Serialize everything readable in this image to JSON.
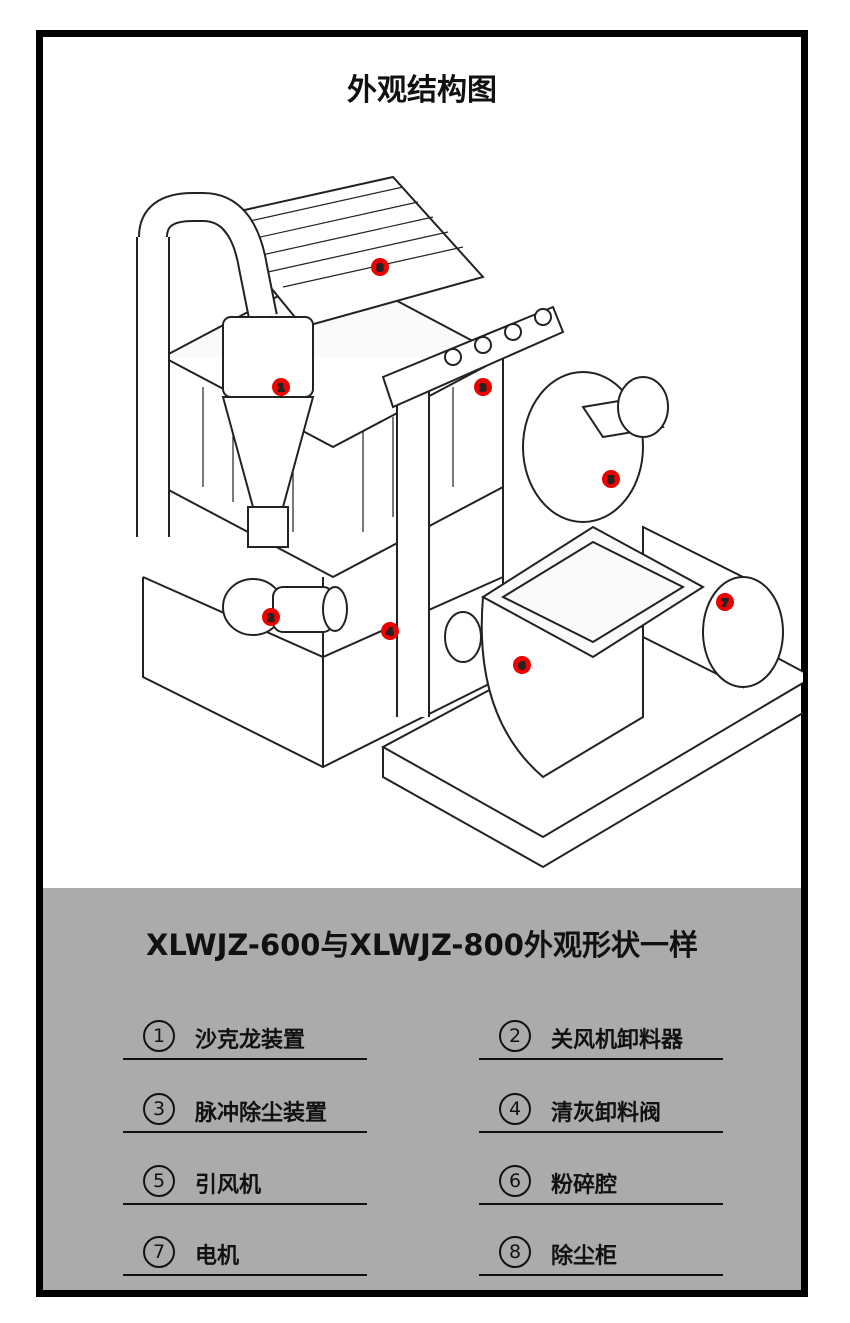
{
  "title": "外观结构图",
  "subtitle": "XLWJZ-600与XLWJZ-800外观形状一样",
  "markers": [
    "1",
    "2",
    "3",
    "4",
    "5",
    "6",
    "7",
    "8"
  ],
  "legend": [
    {
      "num": "1",
      "label": "沙克龙装置"
    },
    {
      "num": "2",
      "label": "关风机卸料器"
    },
    {
      "num": "3",
      "label": "脉冲除尘装置"
    },
    {
      "num": "4",
      "label": "清灰卸料阀"
    },
    {
      "num": "5",
      "label": "引风机"
    },
    {
      "num": "6",
      "label": "粉碎腔"
    },
    {
      "num": "7",
      "label": "电机"
    },
    {
      "num": "8",
      "label": "除尘柜"
    }
  ],
  "colors": {
    "marker": "#e00000",
    "legend_bg": "#ababab",
    "border": "#000000"
  }
}
